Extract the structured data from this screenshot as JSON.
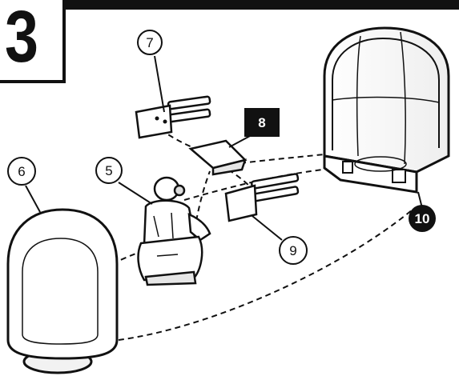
{
  "step": {
    "number": "3"
  },
  "callouts": {
    "c5": "5",
    "c6": "6",
    "c7": "7",
    "c8": "8",
    "c9": "9",
    "c10": "10"
  },
  "colors": {
    "ink": "#111111",
    "paper": "#ffffff",
    "shade": "#d9d9d9"
  },
  "parts": [
    "figure-gunner-5",
    "gun-turret-dome-6",
    "twin-gun-barrels-7",
    "gun-mount-bracket-8",
    "twin-gun-barrels-9",
    "clear-canopy-10"
  ]
}
